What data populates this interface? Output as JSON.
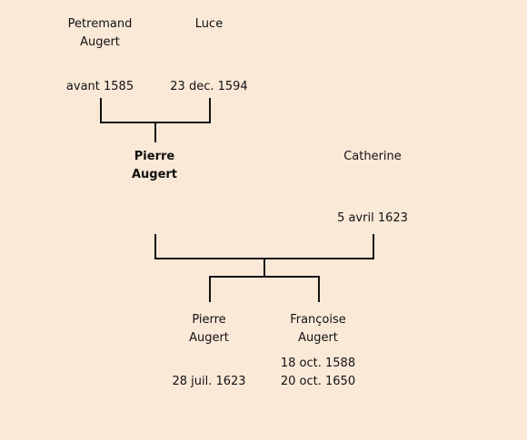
{
  "people": {
    "petremand": {
      "name_line1": "Petremand",
      "name_line2": "Augert",
      "date": "avant 1585"
    },
    "luce": {
      "name_line1": "Luce",
      "date": "23 dec. 1594"
    },
    "pierre_senior": {
      "name_line1": "Pierre",
      "name_line2": "Augert"
    },
    "catherine": {
      "name_line1": "Catherine",
      "date": "5 avril 1623"
    },
    "pierre_junior": {
      "name_line1": "Pierre",
      "name_line2": "Augert",
      "date": "28 juil. 1623"
    },
    "francoise": {
      "name_line1": "Françoise",
      "name_line2": "Augert",
      "date_line1": "18 oct. 1588",
      "date_line2": "20 oct. 1650"
    }
  }
}
